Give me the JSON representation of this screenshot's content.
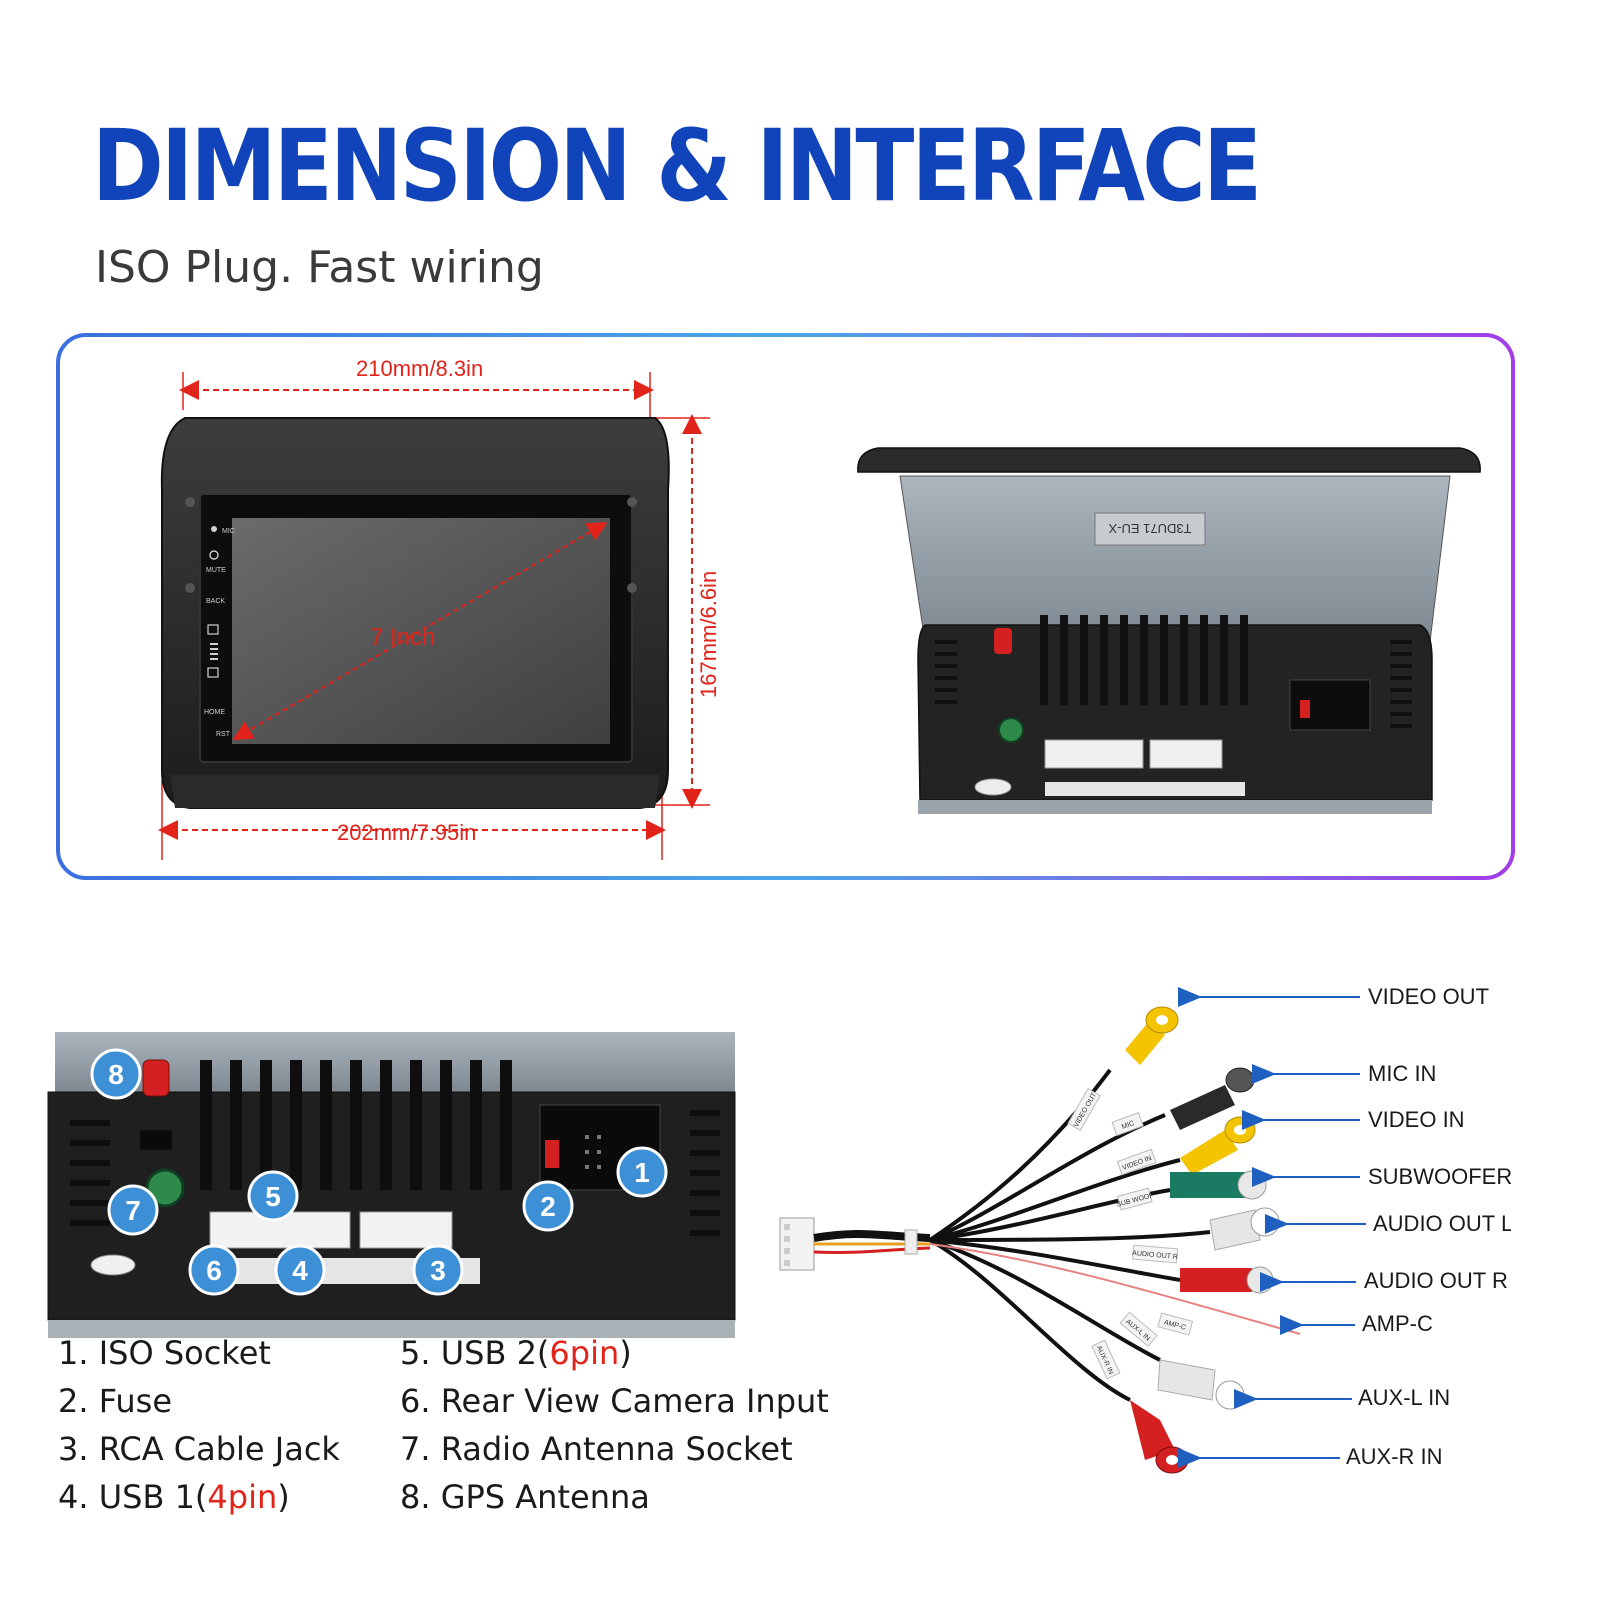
{
  "header": {
    "title": "DIMENSION & INTERFACE",
    "subtitle": "ISO Plug. Fast wiring"
  },
  "dimensions": {
    "top_width": "210mm/8.3in",
    "bottom_width": "202mm/7.95in",
    "height": "167mm/6.6in",
    "diagonal": "7 Inch"
  },
  "front_panel": {
    "buttons": [
      "MIC",
      "MUTE",
      "BACK",
      "HOME",
      "RST"
    ]
  },
  "rear_label": "T3DU71 EU-X",
  "callouts": [
    "1",
    "2",
    "3",
    "4",
    "5",
    "6",
    "7",
    "8"
  ],
  "legend": {
    "left": [
      {
        "num": "1.",
        "text": "ISO Socket",
        "highlight": "",
        "suffix": ""
      },
      {
        "num": "2.",
        "text": "Fuse",
        "highlight": "",
        "suffix": ""
      },
      {
        "num": "3.",
        "text": "RCA Cable Jack",
        "highlight": "",
        "suffix": ""
      },
      {
        "num": "4.",
        "text": "USB 1(",
        "highlight": "4pin",
        "suffix": ")"
      }
    ],
    "right": [
      {
        "num": "5.",
        "text": "USB 2(",
        "highlight": "6pin",
        "suffix": ")"
      },
      {
        "num": "6.",
        "text": "Rear View Camera Input",
        "highlight": "",
        "suffix": ""
      },
      {
        "num": "7.",
        "text": "Radio Antenna Socket",
        "highlight": "",
        "suffix": ""
      },
      {
        "num": "8.",
        "text": "GPS Antenna",
        "highlight": "",
        "suffix": ""
      }
    ]
  },
  "rca_ports": [
    "VIDEO OUT",
    "MIC IN",
    "VIDEO IN",
    "SUBWOOFER",
    "AUDIO OUT L",
    "AUDIO OUT R",
    "AMP-C",
    "AUX-L IN",
    "AUX-R IN"
  ],
  "cable_tags": [
    "VIDEO OUT",
    "MIC",
    "VIDEO IN",
    "SUB WOOF",
    "AUDIO OUT R",
    "AMP-C",
    "AUX-L IN",
    "AUX-R IN"
  ],
  "colors": {
    "title": "#1144bb",
    "dimension": "#e2231a",
    "callout": "#3d8fd6",
    "frame_gradient_start": "#3b6fe0",
    "frame_gradient_end": "#a23de8",
    "arrow": "#1f5fbf"
  }
}
